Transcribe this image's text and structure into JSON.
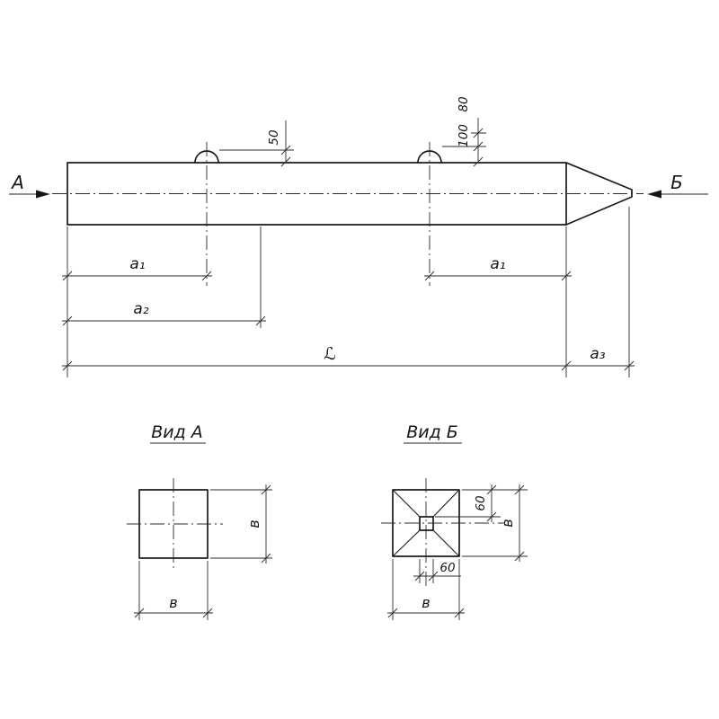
{
  "drawing": {
    "type": "technical-drawing-pile",
    "ink_color": "#1b1b1b",
    "background": "#ffffff"
  },
  "main_view": {
    "section_arrow_left": "А",
    "section_arrow_right": "Б",
    "dim_50": "50",
    "dim_80": "80",
    "dim_100": "100",
    "dim_a1_left": "а₁",
    "dim_a1_right": "а₁",
    "dim_a2": "а₂",
    "dim_length": "ℒ",
    "dim_a3": "а₃"
  },
  "view_a": {
    "title": "Вид А",
    "dim_height": "в",
    "dim_width": "в"
  },
  "view_b": {
    "title": "Вид Б",
    "dim_tip_height": "60",
    "dim_height": "в",
    "dim_tip_width": "60",
    "dim_width": "в"
  }
}
